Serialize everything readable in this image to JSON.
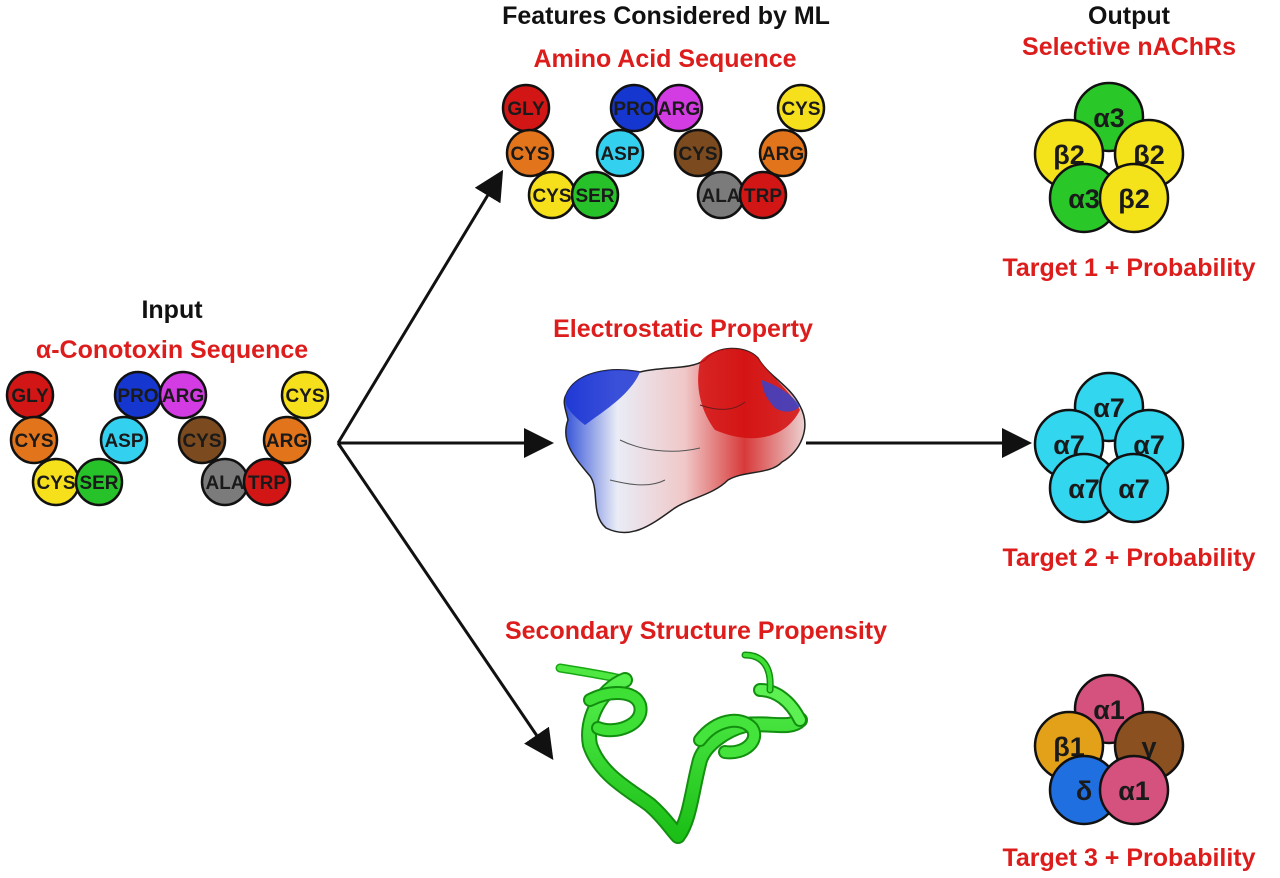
{
  "colors": {
    "accent_red": "#dd1c1c",
    "arrow": "#111111",
    "GLY": "#d21616",
    "CYS_a": "#e2741b",
    "CYS_b": "#f6e01b",
    "SER": "#27c12a",
    "PRO": "#1637cf",
    "ASP": "#33d1ef",
    "ARG_a": "#d43ce3",
    "CYS_c": "#7b4a1e",
    "ALA": "#7b7b7b",
    "CYS_d": "#f6e01b",
    "ARG_b": "#e2741b",
    "TRP": "#d21616",
    "alpha3": "#29c828",
    "beta2": "#f4e21a",
    "alpha7": "#33d6ef",
    "alpha1": "#d6527e",
    "beta1": "#e3a11a",
    "gamma": "#8a5020",
    "delta": "#1f6fe0"
  },
  "input": {
    "heading": "Input",
    "title": "α-Conotoxin Sequence"
  },
  "features": {
    "heading": "Features Considered by ML",
    "amino_title": "Amino Acid Sequence",
    "electro_title": "Electrostatic Property",
    "secondary_title": "Secondary Structure Propensity"
  },
  "output": {
    "heading": "Output",
    "subtitle": "Selective nAChRs",
    "target1": "Target 1 + Probability",
    "target2": "Target 2 + Probability",
    "target3": "Target 3 + Probability"
  },
  "sequence": [
    {
      "label": "GLY",
      "color": "#d21616"
    },
    {
      "label": "CYS",
      "color": "#e2741b"
    },
    {
      "label": "CYS",
      "color": "#f6e01b"
    },
    {
      "label": "SER",
      "color": "#27c12a"
    },
    {
      "label": "ASP",
      "color": "#33d1ef"
    },
    {
      "label": "PRO",
      "color": "#1637cf"
    },
    {
      "label": "ARG",
      "color": "#d43ce3"
    },
    {
      "label": "CYS",
      "color": "#7b4a1e"
    },
    {
      "label": "ALA",
      "color": "#7b7b7b"
    },
    {
      "label": "TRP",
      "color": "#d21616"
    },
    {
      "label": "ARG",
      "color": "#e2741b"
    },
    {
      "label": "CYS",
      "color": "#f6e01b"
    }
  ],
  "receptors": [
    {
      "id": "target1",
      "subunits": [
        {
          "label": "α3",
          "color": "#29c828"
        },
        {
          "label": "β2",
          "color": "#f4e21a"
        },
        {
          "label": "β2",
          "color": "#f4e21a"
        },
        {
          "label": "α3",
          "color": "#29c828"
        },
        {
          "label": "β2",
          "color": "#f4e21a"
        }
      ]
    },
    {
      "id": "target2",
      "subunits": [
        {
          "label": "α7",
          "color": "#33d6ef"
        },
        {
          "label": "α7",
          "color": "#33d6ef"
        },
        {
          "label": "α7",
          "color": "#33d6ef"
        },
        {
          "label": "α7",
          "color": "#33d6ef"
        },
        {
          "label": "α7",
          "color": "#33d6ef"
        }
      ]
    },
    {
      "id": "target3",
      "subunits": [
        {
          "label": "α1",
          "color": "#d6527e"
        },
        {
          "label": "β1",
          "color": "#e3a11a"
        },
        {
          "label": "γ",
          "color": "#8a5020"
        },
        {
          "label": "δ",
          "color": "#1f6fe0"
        },
        {
          "label": "α1",
          "color": "#d6527e"
        }
      ]
    }
  ]
}
